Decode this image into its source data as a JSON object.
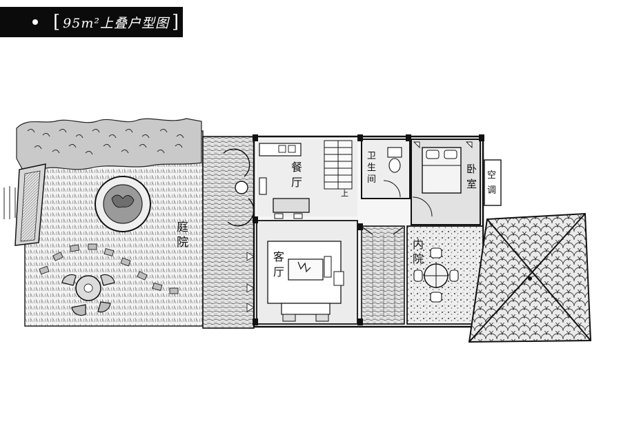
{
  "title": "95m²上叠户型图",
  "labels": {
    "courtyard": [
      "庭",
      "院"
    ],
    "dining": [
      "餐",
      "厅"
    ],
    "bathroom": [
      "卫",
      "生",
      "间"
    ],
    "bedroom": [
      "卧",
      "室"
    ],
    "aircon": [
      "空",
      "调"
    ],
    "living": [
      "客",
      "厅"
    ],
    "inner_court": [
      "内",
      "院"
    ],
    "stair_up": "上"
  }
}
